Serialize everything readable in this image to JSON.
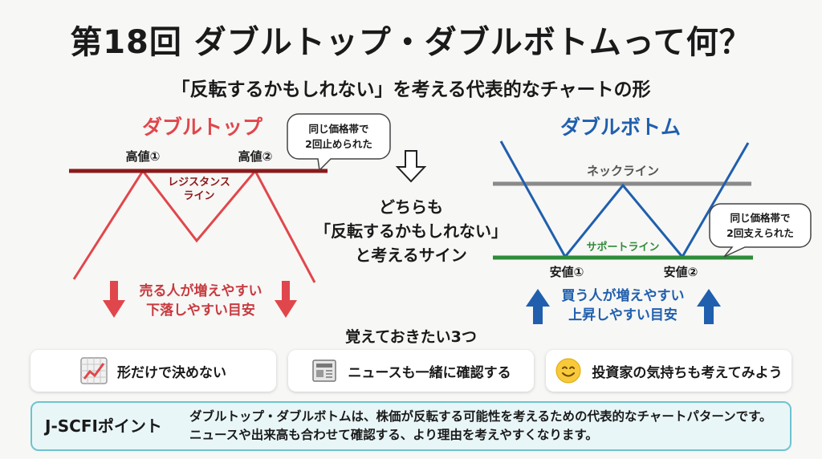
{
  "header": {
    "title": "第18回 ダブルトップ・ダブルボトムって何？",
    "subtitle": "「反転するかもしれない」を考える代表的なチャートの形"
  },
  "double_top": {
    "heading": "ダブルトップ",
    "high1": "高値①",
    "high2": "高値②",
    "line_label_1": "レジスタンス",
    "line_label_2": "ライン",
    "bubble_1": "同じ価格帯で",
    "bubble_2": "2回止められた",
    "note_1": "売る人が増えやすい",
    "note_2": "下落しやすい目安"
  },
  "double_bottom": {
    "heading": "ダブルボトム",
    "neck_label": "ネックライン",
    "support_label": "サポートライン",
    "low1": "安値①",
    "low2": "安値②",
    "bubble_1": "同じ価格帯で",
    "bubble_2": "2回支えられた",
    "note_1": "買う人が増えやすい",
    "note_2": "上昇しやすい目安"
  },
  "center": {
    "line1": "どちらも",
    "line2": "「反転するかもしれない」",
    "line3": "と考えるサイン"
  },
  "tips": {
    "heading": "覚えておきたい3つ",
    "items": [
      {
        "label": "形だけで決めない",
        "icon": "chart-icon"
      },
      {
        "label": "ニュースも一緒に確認する",
        "icon": "newspaper-icon"
      },
      {
        "label": "投資家の気持ちも考えてみよう",
        "icon": "smile-icon"
      }
    ]
  },
  "point": {
    "label": "J-SCFIポイント",
    "text": "ダブルトップ・ダブルボトムは、株価が反転する可能性を考えるための代表的なチャートパターンです。ニュースや出来高も合わせて確認する、より理由を考えやすくなります。"
  },
  "colors": {
    "top_red": "#e0474c",
    "resistance": "#8b1a1a",
    "bottom_blue": "#1f5fae",
    "neck_gray": "#8a8a8a",
    "support_green": "#2e8b3a"
  }
}
